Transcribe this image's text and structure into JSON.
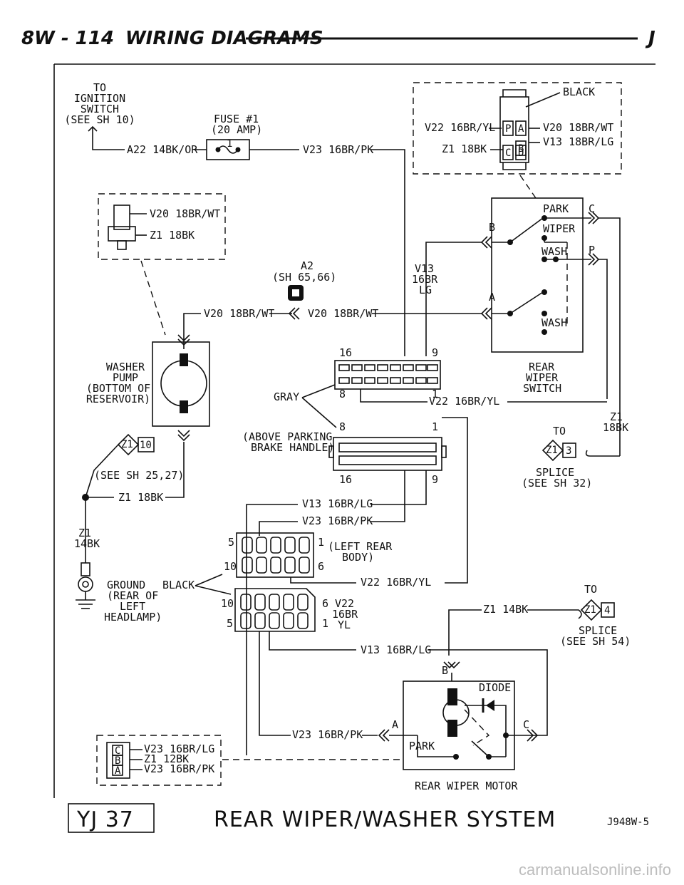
{
  "header": {
    "page": "8W - 114",
    "section": "WIRING DIAGRAMS",
    "model": "J"
  },
  "footer": {
    "code": "YJ 37",
    "title": "REAR WIPER/WASHER SYSTEM",
    "ref": "J948W-5"
  },
  "ignition": {
    "l1": "TO",
    "l2": "IGNITION",
    "l3": "SWITCH",
    "l4": "(SEE SH 10)",
    "wire": "A22 14BK/OR"
  },
  "fuse": {
    "l1": "FUSE #1",
    "l2": "(20 AMP)",
    "num": "1",
    "out": "V23 16BR/PK"
  },
  "top_connector": {
    "left": "V22 16BR/YL",
    "black": "BLACK",
    "right1": "V20 18BR/WT",
    "right2": "V13 18BR/LG",
    "bottom": "Z1 18BK",
    "pins": [
      "P",
      "A",
      "B",
      "C",
      "D"
    ]
  },
  "pump_connector": {
    "w1": "V20 18BR/WT",
    "w2": "Z1 18BK"
  },
  "a2": {
    "l1": "A2",
    "l2": "(SH 65,66)"
  },
  "v13_vert": {
    "l1": "V13",
    "l2": "16BR",
    "l3": "LG"
  },
  "mid_wire": {
    "left": "V20 18BR/WT",
    "right": "V20 18BR/WT"
  },
  "rear_switch": {
    "park": "PARK",
    "wiper": "WIPER",
    "wash1": "WASH",
    "wash2": "WASH",
    "c": "C",
    "p": "P",
    "b": "B",
    "a": "A",
    "l1": "REAR",
    "l2": "WIPER",
    "l3": "SWITCH"
  },
  "washer_pump": {
    "l1": "WASHER",
    "l2": "PUMP",
    "l3": "(BOTTOM OF",
    "l4": "RESERVOIR)"
  },
  "c16": {
    "n16": "16",
    "n9": "9",
    "n8": "8",
    "n1": "1",
    "gray": "GRAY",
    "v22": "V22 16BR/YL"
  },
  "z1_right": {
    "l1": "Z1",
    "l2": "18BK"
  },
  "park_brake": {
    "l1": "(ABOVE PARKING",
    "l2": "BRAKE HANDLE)",
    "n8": "8",
    "n1": "1",
    "n16": "16",
    "n9": "9"
  },
  "splice_right": {
    "to": "TO",
    "tag": "Z1",
    "num": "3",
    "l1": "SPLICE",
    "l2": "(SEE SH 32)"
  },
  "splice_left": {
    "tag": "Z1",
    "num": "10",
    "ref": "(SEE SH 25,27)",
    "wire": "Z1 18BK",
    "w2a": "Z1",
    "w2b": "14BK"
  },
  "body_conn": {
    "v13": "V13 16BR/LG",
    "v23": "V23 16BR/PK",
    "n5": "5",
    "n1": "1",
    "n10": "10",
    "n6": "6",
    "l1": "(LEFT REAR",
    "l2": "BODY)",
    "v22": "V22 16BR/YL"
  },
  "ground": {
    "l1": "GROUND",
    "l2": "(REAR OF",
    "l3": "LEFT",
    "l4": "HEADLAMP)",
    "black": "BLACK"
  },
  "lower_conn": {
    "n10": "10",
    "n5": "5",
    "n6": "6",
    "n1": "1",
    "w1": "V22",
    "w2": "16BR",
    "w3": "YL"
  },
  "splice_lower": {
    "to": "TO",
    "wire": "Z1 14BK",
    "tag": "Z1",
    "num": "4",
    "l1": "SPLICE",
    "l2": "(SEE SH 54)"
  },
  "motor": {
    "v13": "V13 16BR/LG",
    "b": "B",
    "diode": "DIODE",
    "a": "A",
    "c": "C",
    "park": "PARK",
    "v23": "V23 16BR/PK",
    "title": "REAR WIPER MOTOR"
  },
  "motor_connector": {
    "w1": "V23 16BR/LG",
    "w2": "Z1 12BK",
    "w3": "V23 16BR/PK",
    "pins": [
      "C",
      "B",
      "A"
    ]
  },
  "watermark": "carmanualsonline.info"
}
